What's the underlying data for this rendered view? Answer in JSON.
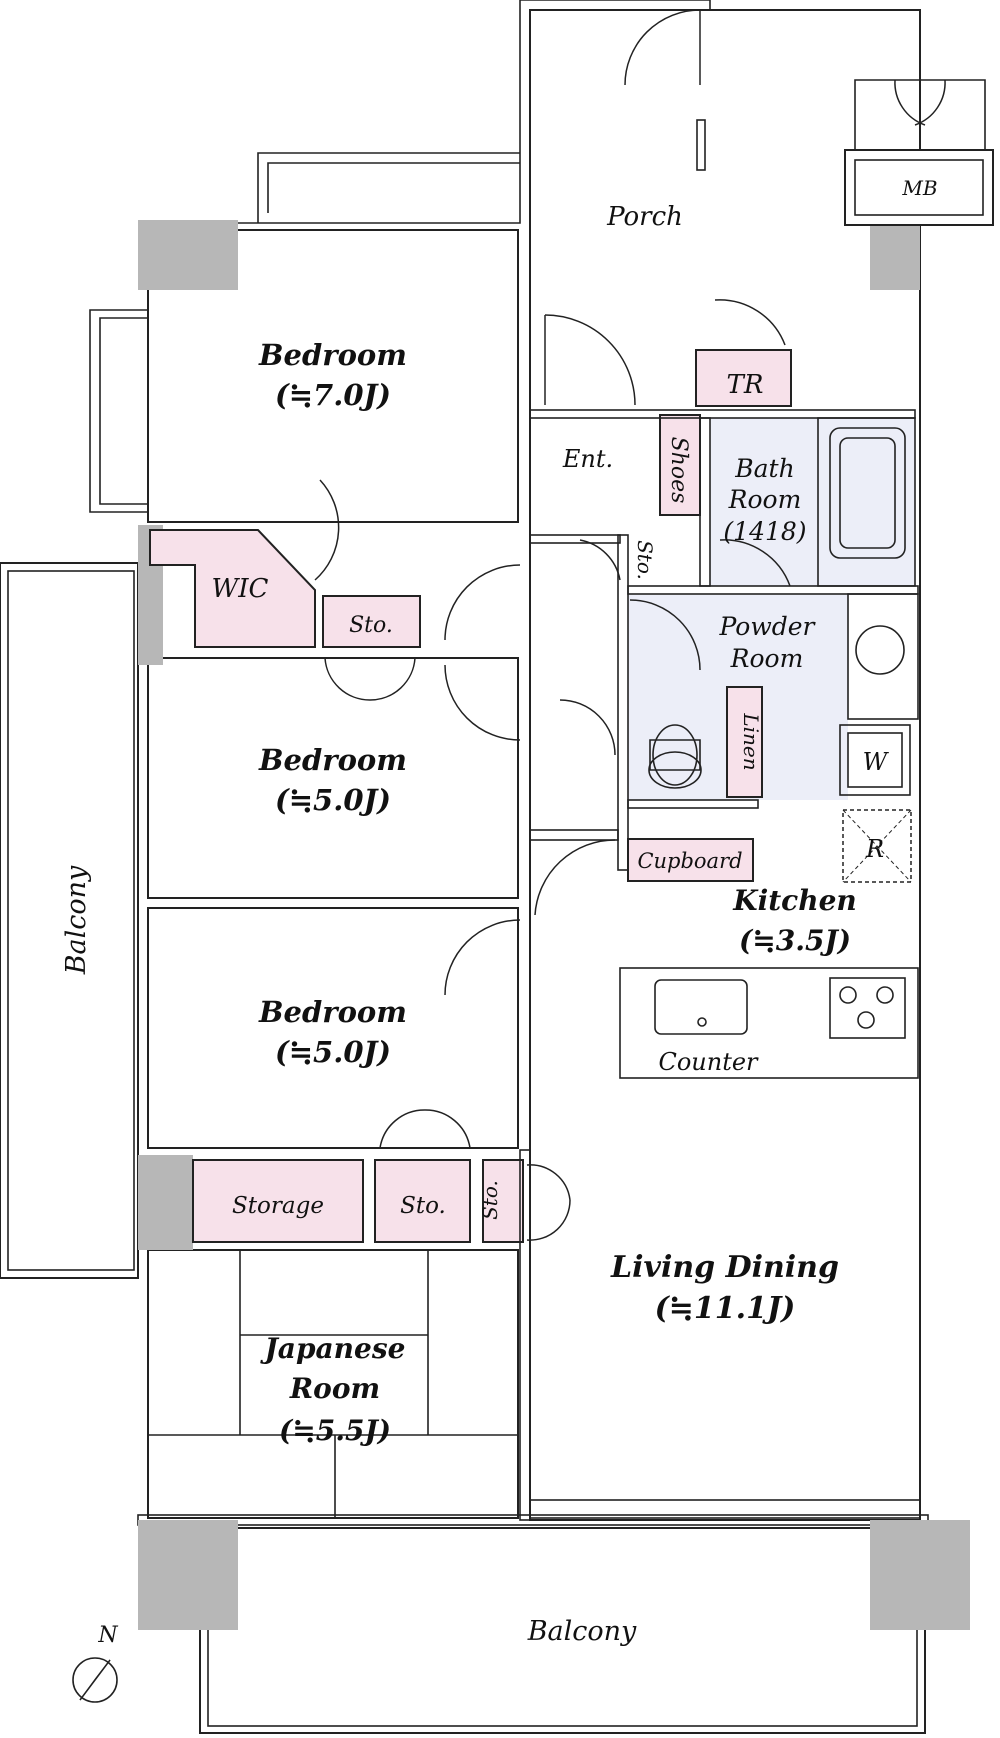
{
  "rooms": {
    "porch": "Porch",
    "mb": "MB",
    "tr": "TR",
    "ent": "Ent.",
    "shoes": "Shoes",
    "bath": [
      "Bath",
      "Room",
      "(1418)"
    ],
    "sto_small": "Sto.",
    "powder": [
      "Powder",
      "Room"
    ],
    "linen": "Linen",
    "washer": "W",
    "refrigerator": "R",
    "cupboard": "Cupboard",
    "kitchen": [
      "Kitchen",
      "(≒3.5J)"
    ],
    "counter": "Counter",
    "bedroom1": [
      "Bedroom",
      "(≒7.0J)"
    ],
    "wic": "WIC",
    "sto1": "Sto.",
    "bedroom2": [
      "Bedroom",
      "(≒5.0J)"
    ],
    "bedroom3": [
      "Bedroom",
      "(≒5.0J)"
    ],
    "storage": "Storage",
    "sto2": "Sto.",
    "sto3": "Sto.",
    "living": [
      "Living Dining",
      "(≒11.1J)"
    ],
    "japanese": [
      "Japanese",
      "Room",
      "(≒5.5J)"
    ],
    "balcony_west": "Balcony",
    "balcony_south": "Balcony",
    "north": "N"
  },
  "colors": {
    "closet_fill": "#f7e1ea",
    "wet_area_fill": "#eceef8",
    "pillar_fill": "#b7b7b7"
  }
}
